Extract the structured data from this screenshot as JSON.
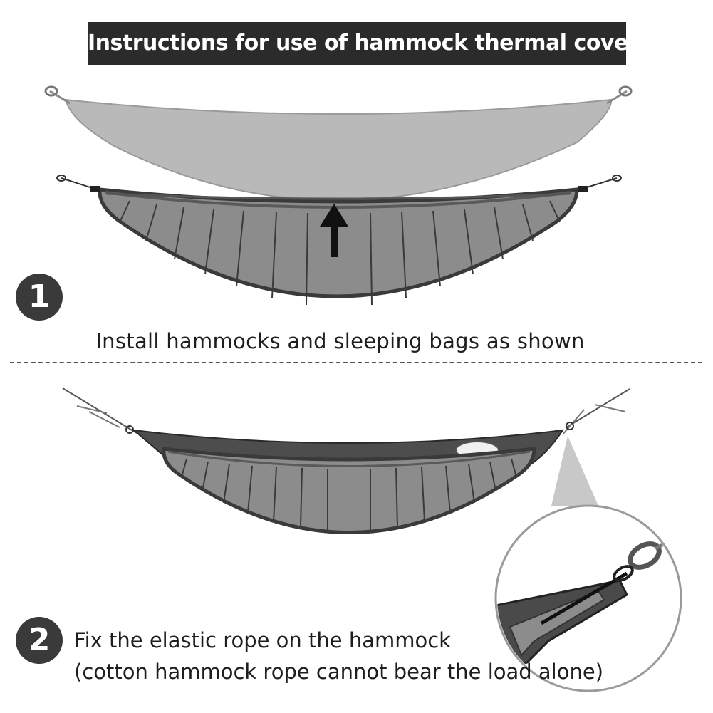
{
  "header": {
    "title": "Instructions for use of hammock thermal cover"
  },
  "steps": [
    {
      "number": "1",
      "caption": "Install hammocks and sleeping bags as shown"
    },
    {
      "number": "2",
      "caption_line1": "Fix the elastic rope on the hammock",
      "caption_line2": "(cotton hammock rope cannot bear the load alone)"
    }
  ],
  "colors": {
    "banner": "#2b2b2b",
    "badge": "#3a3a3a",
    "hammock": "#b8b8b8",
    "cover_fill": "#8c8c8c",
    "cover_outline": "#3a3a3a"
  }
}
